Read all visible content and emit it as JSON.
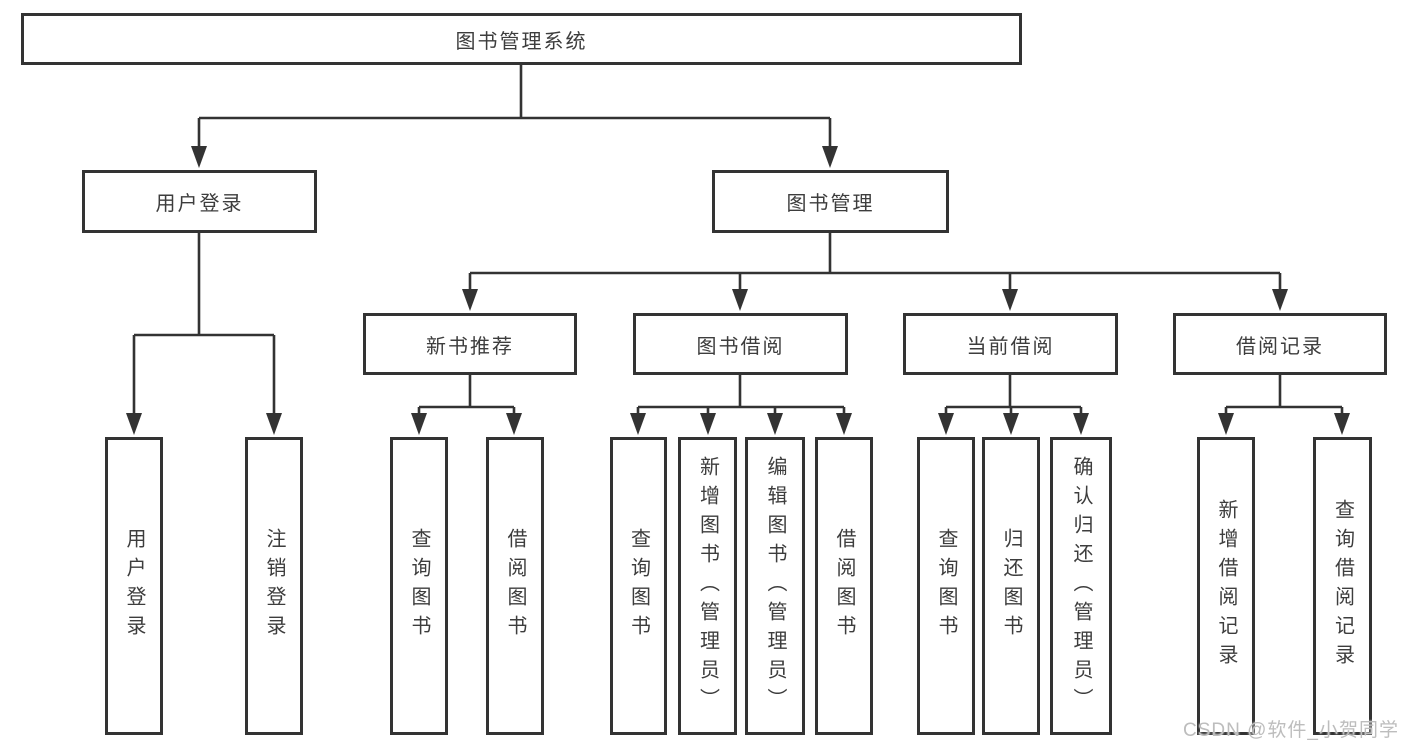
{
  "diagram": {
    "type": "tree",
    "tree": {
      "root": {
        "label": "图书管理系统"
      },
      "branches": [
        {
          "label": "用户登录",
          "children": [
            {
              "label": "用户登录"
            },
            {
              "label": "注销登录"
            }
          ]
        },
        {
          "label": "图书管理",
          "children": [
            {
              "label": "新书推荐",
              "children": [
                {
                  "label": "查询图书"
                },
                {
                  "label": "借阅图书"
                }
              ]
            },
            {
              "label": "图书借阅",
              "children": [
                {
                  "label": "查询图书"
                },
                {
                  "label": "新增图书（管理员）"
                },
                {
                  "label": "编辑图书（管理员）"
                },
                {
                  "label": "借阅图书"
                }
              ]
            },
            {
              "label": "当前借阅",
              "children": [
                {
                  "label": "查询图书"
                },
                {
                  "label": "归还图书"
                },
                {
                  "label": "确认归还（管理员）"
                }
              ]
            },
            {
              "label": "借阅记录",
              "children": [
                {
                  "label": "新增借阅记录"
                },
                {
                  "label": "查询借阅记录"
                }
              ]
            }
          ]
        }
      ]
    },
    "colors": {
      "line": "#333333",
      "box_border": "#333333",
      "box_fill": "#ffffff",
      "text": "#3d3d3d",
      "background": "#ffffff",
      "watermark": "#bdbdbd"
    }
  },
  "watermark": {
    "text": "CSDN @软件_小贺同学"
  }
}
